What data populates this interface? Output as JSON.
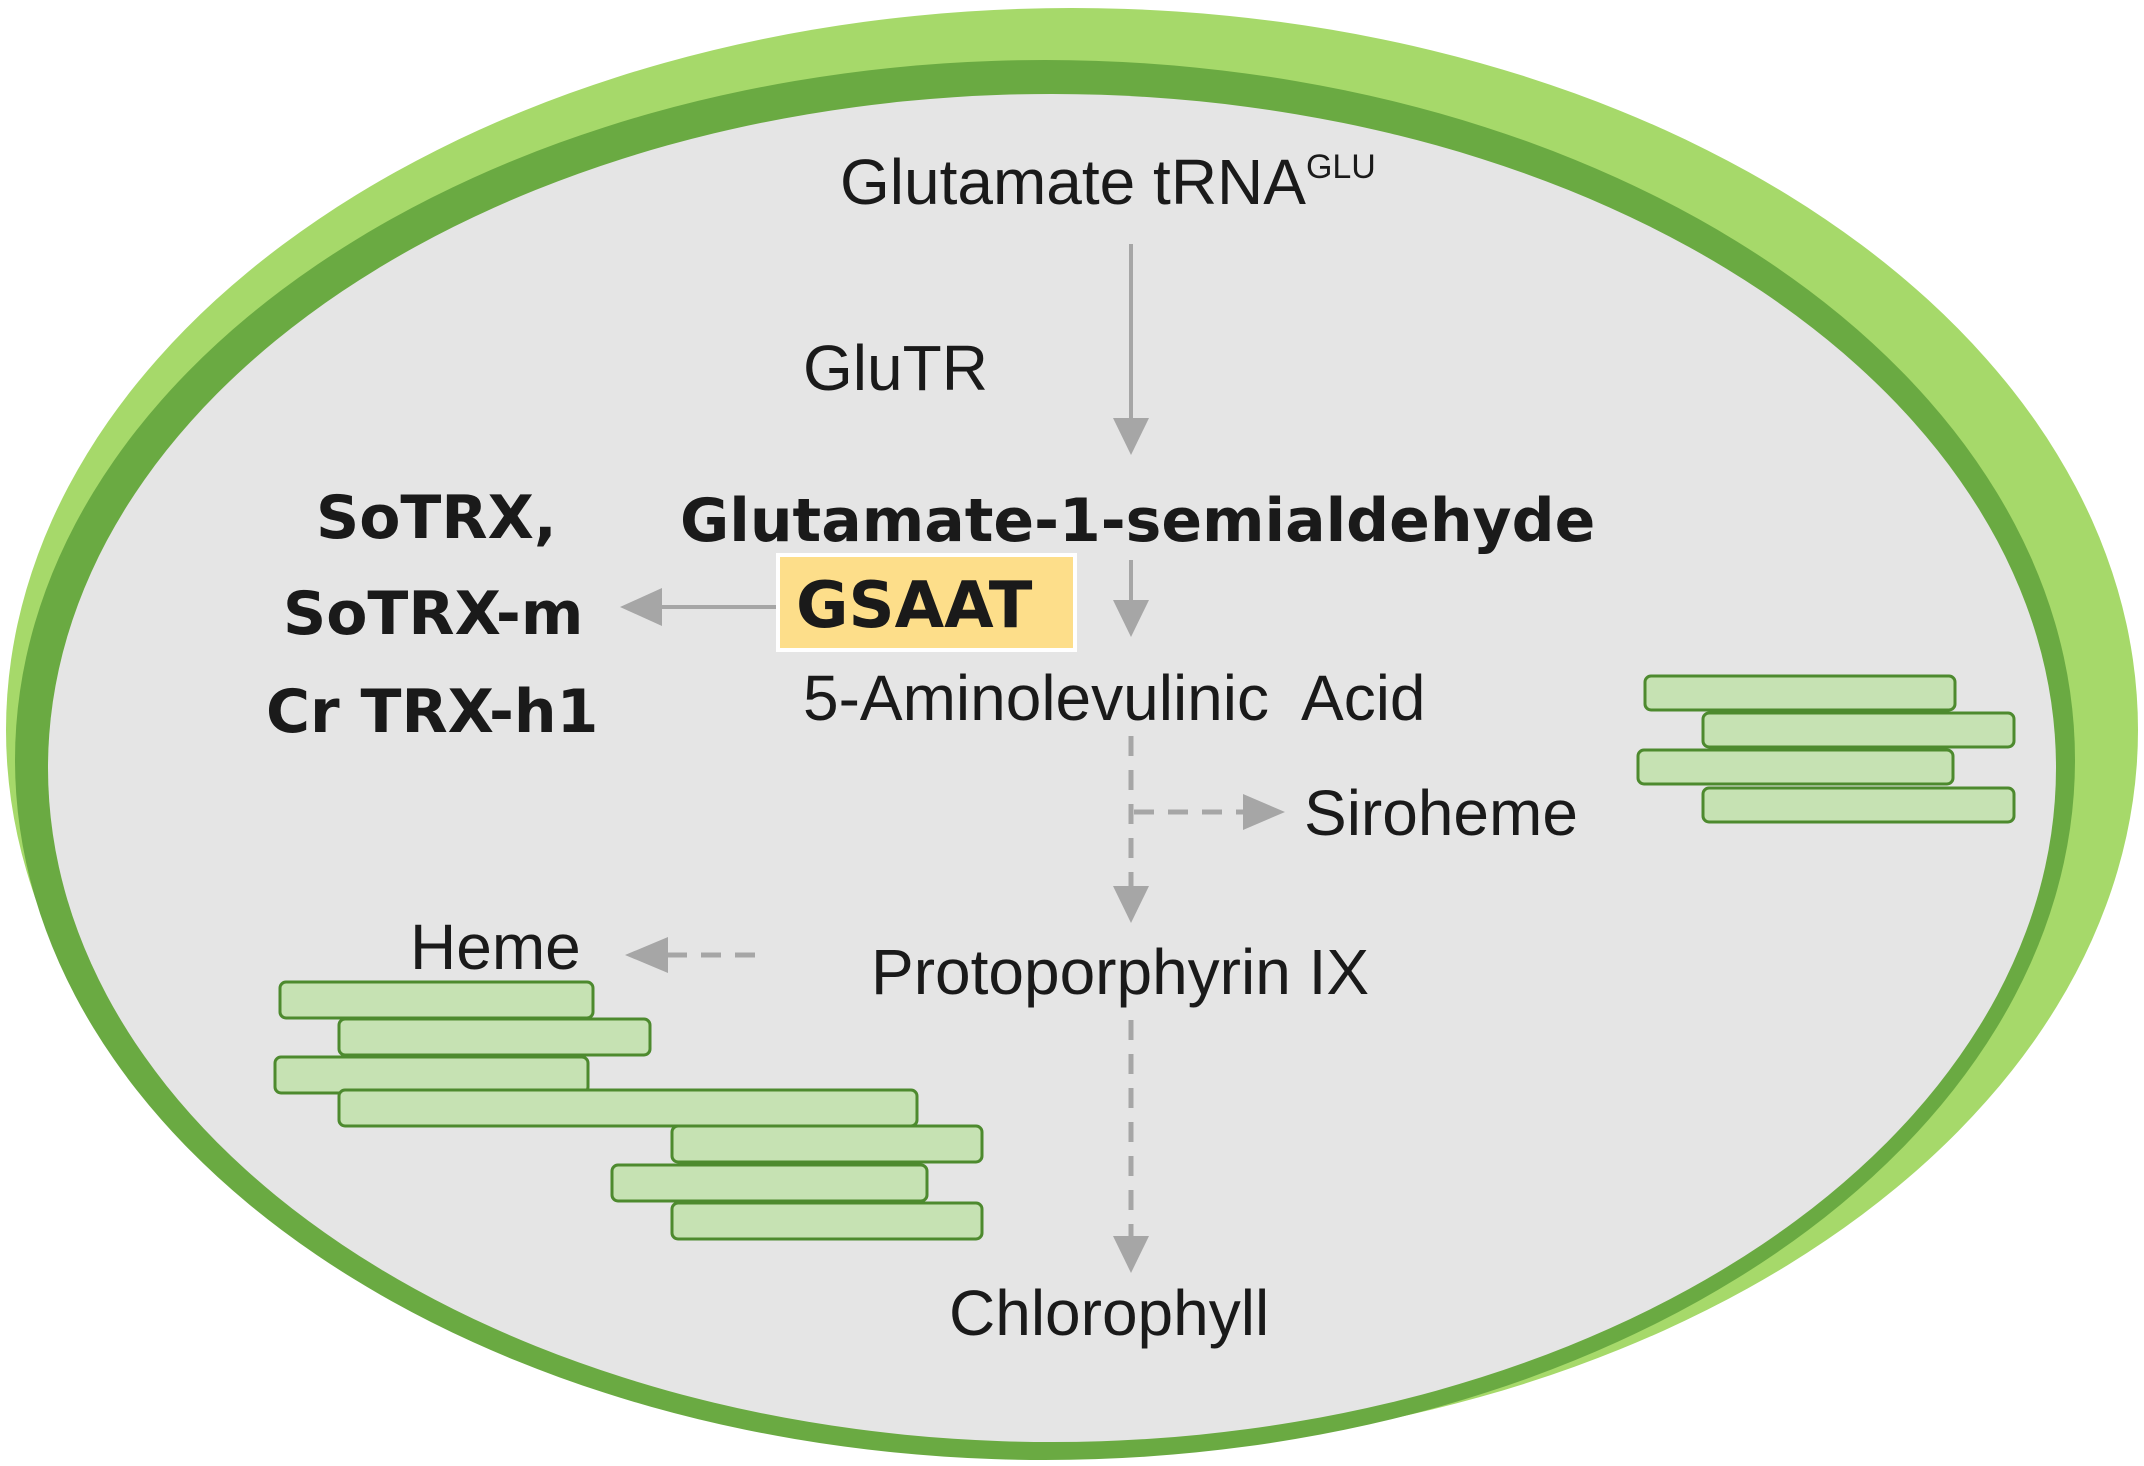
{
  "pathway": {
    "substrate": "Glutamate tRNA",
    "substrate_superscript": "GLU",
    "enzyme_1": "GluTR",
    "intermediate_1": "Glutamate-1-semialdehyde",
    "enzyme_2": "GSAAT",
    "product_1": "5-Aminolevulinic  Acid",
    "branch_1": "Siroheme",
    "product_2": "Protoporphyrin IX",
    "branch_2": "Heme",
    "final_product": "Chlorophyll"
  },
  "regulators": {
    "line_1": "SoTRX,",
    "line_2": "SoTRX-m",
    "line_3": "Cr TRX-h1"
  },
  "colors": {
    "outer_membrane": "#a6d96a",
    "inner_membrane": "#6aaa42",
    "stroma": "#e5e5e5",
    "thylakoid_fill": "#c6e2b3",
    "thylakoid_stroke": "#4d8a2e",
    "arrow": "#a6a6a6",
    "enzyme_highlight": "#fdde8a"
  }
}
